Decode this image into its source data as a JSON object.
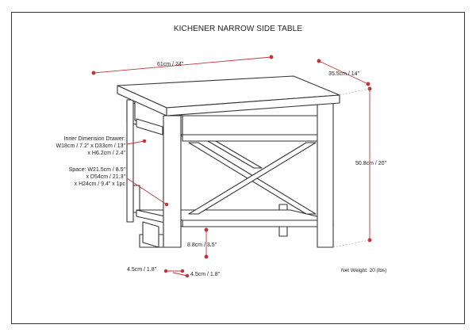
{
  "title": "KICHENER NARROW SIDE TABLE",
  "dimensions": {
    "width": "61cm / 24\"",
    "depth": "35.5cm / 14\"",
    "height": "50.8cm / 20\"",
    "shelf_clearance": "8.8cm / 3.5\"",
    "leg_front": "4.5cm / 1.8\"",
    "leg_side": "4.5cm / 1.8\""
  },
  "drawer": {
    "line1": "Inner Dimension Drawer:",
    "line2": "W18cm / 7.2\" x D33cm / 13\"",
    "line3": "x H6.2cm / 2.4\""
  },
  "space": {
    "line1": "Space: W21.5cm / 8.5\"",
    "line2": "x D54cm / 21.3\"",
    "line3": "x H24cm / 9.4\" x 1pc"
  },
  "net_weight": "Net Weight: 20 (lbs)",
  "colors": {
    "dimension_line": "#c0353a",
    "drawing": "#333333"
  }
}
